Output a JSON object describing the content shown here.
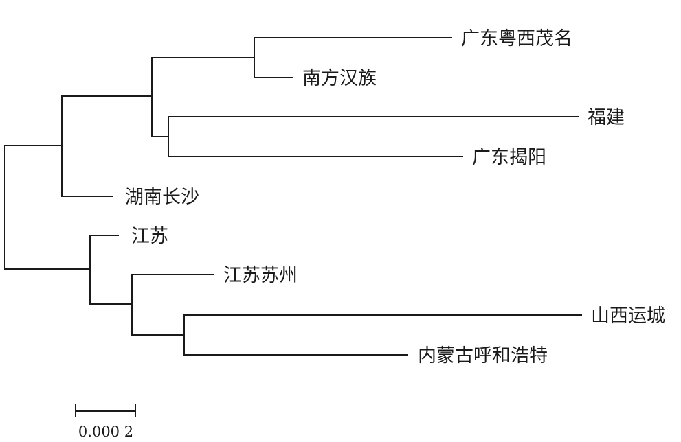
{
  "figure": {
    "type": "phylogenetic-tree",
    "tip_labels": {
      "gd_yuexi_maoming": "广东粤西茂名",
      "southern_han": "南方汉族",
      "fujian": "福建",
      "gd_jieyang": "广东揭阳",
      "hunan_changsha": "湖南长沙",
      "jiangsu": "江苏",
      "jiangsu_suzhou": "江苏苏州",
      "shanxi_yuncheng": "山西运城",
      "nmg_hohhot": "内蒙古呼和浩特"
    },
    "scale_bar": {
      "label": "0.000 2",
      "length": 0.0002
    },
    "line_color": "#1a1a1a"
  }
}
